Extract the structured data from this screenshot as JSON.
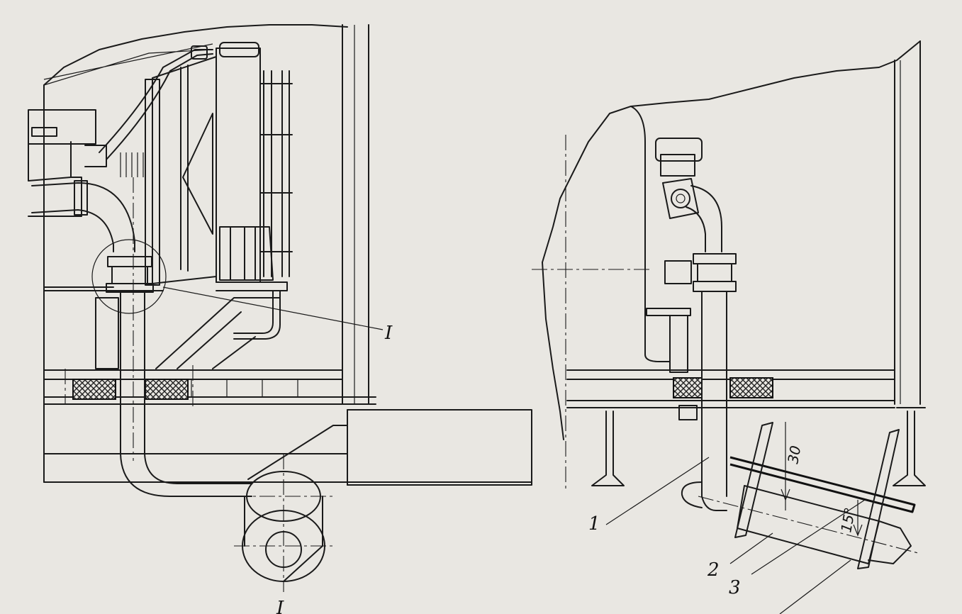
{
  "labels": {
    "callout_left": "I",
    "callout_bottom": "I",
    "part_1": "1",
    "part_2": "2",
    "part_3": "3"
  },
  "dimensions": {
    "offset": "30",
    "angle": "15°"
  },
  "colors": {
    "paper": "#e9e7e2",
    "ink": "#1a1a1a"
  }
}
